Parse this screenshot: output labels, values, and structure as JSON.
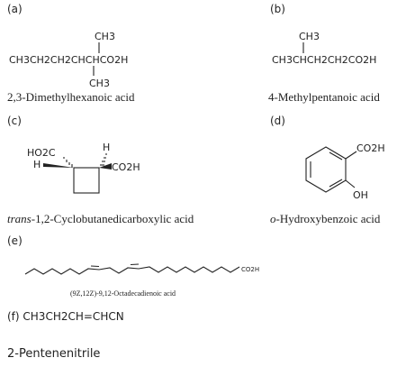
{
  "panels": {
    "a": {
      "label": "(a)",
      "methyl_top": "CH3",
      "main_chain": "CH3CH2CH2CHCHCO2H",
      "methyl_bottom": "CH3",
      "name": "2,3-Dimethylhexanoic acid"
    },
    "b": {
      "label": "(b)",
      "methyl_top": "CH3",
      "main_chain": "CH3CHCH2CH2CO2H",
      "name": "4-Methylpentanoic acid"
    },
    "c": {
      "label": "(c)",
      "left_group": "HO2C",
      "left_h": "H",
      "right_h": "H",
      "right_group": "CO2H",
      "name_prefix": "trans",
      "name_rest": "-1,2-Cyclobutanedicarboxylic acid"
    },
    "d": {
      "label": "(d)",
      "acid_group": "CO2H",
      "hydroxyl": "OH",
      "name_prefix": "o",
      "name_rest": "-Hydroxybenzoic acid"
    },
    "e": {
      "label": "(e)",
      "acid_group": "CO2H",
      "name": "(9Z,12Z)-9,12-Octadecadienoic acid"
    },
    "f": {
      "formula": "(f) CH3CH2CH=CHCN",
      "name": "2-Pentenenitrile"
    }
  }
}
